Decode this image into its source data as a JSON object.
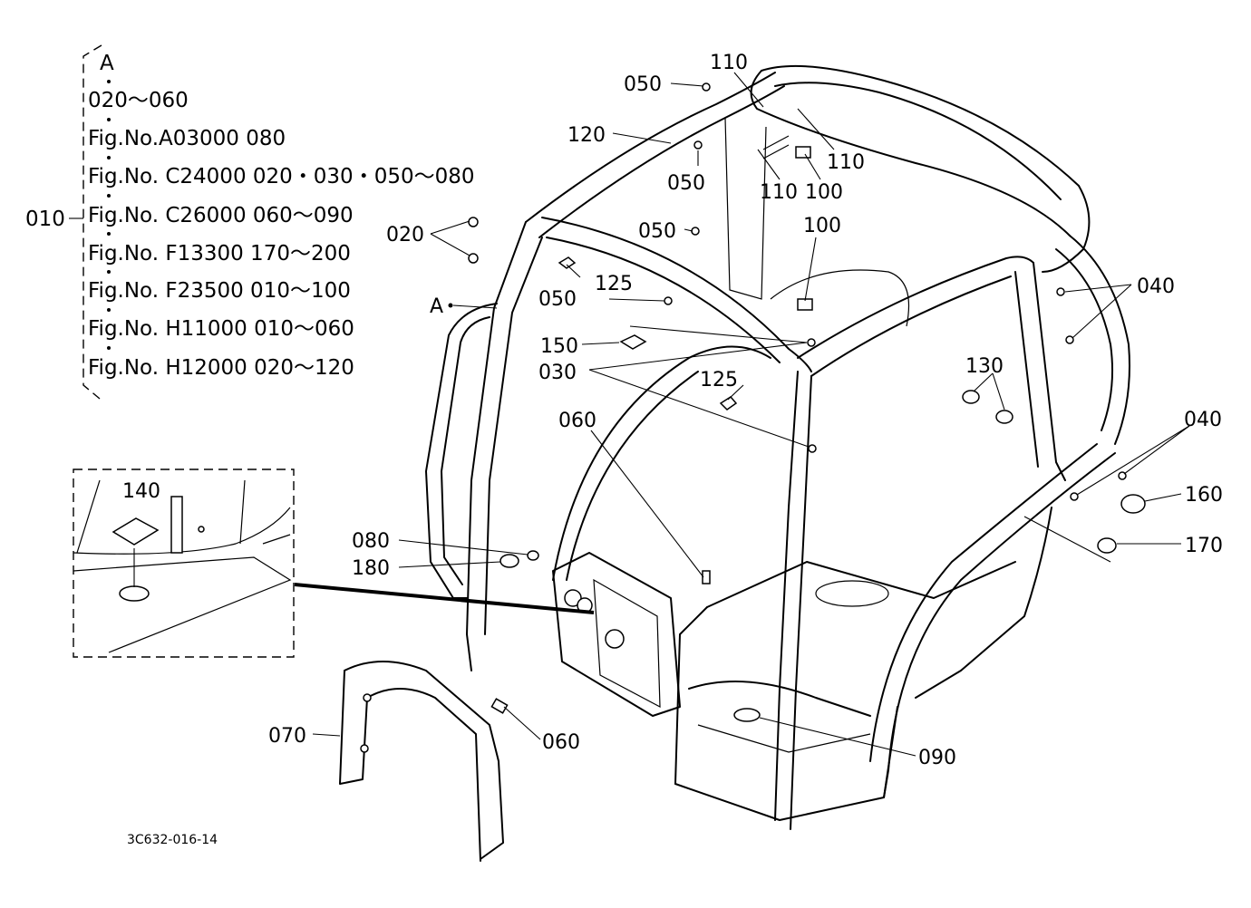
{
  "reference_group": {
    "group_label": "010",
    "marker": "A",
    "lines": [
      "020～060",
      "Fig.No.A03000  080",
      "Fig.No. C24000 020・030・050～080",
      "Fig.No. C26000 060～090",
      "Fig.No. F13300  170～200",
      "Fig.No. F23500 010～100",
      "Fig.No. H11000 010～060",
      "Fig.No. H12000 020～120"
    ]
  },
  "callouts": {
    "p050a": "050",
    "p110a": "110",
    "p120": "120",
    "p110b": "110",
    "p050b": "050",
    "p110c": "110",
    "p100a": "100",
    "p050c": "050",
    "p020": "020",
    "p100b": "100",
    "p125a": "125",
    "p050d": "050",
    "pA": "A",
    "p040a": "040",
    "p150": "150",
    "p030": "030",
    "p130": "130",
    "p125b": "125",
    "p060a": "060",
    "p040b": "040",
    "p140": "140",
    "p160": "160",
    "p170": "170",
    "p080": "080",
    "p180": "180",
    "p070": "070",
    "p060b": "060",
    "p090": "090"
  },
  "figure_code": "3C632-016-14"
}
